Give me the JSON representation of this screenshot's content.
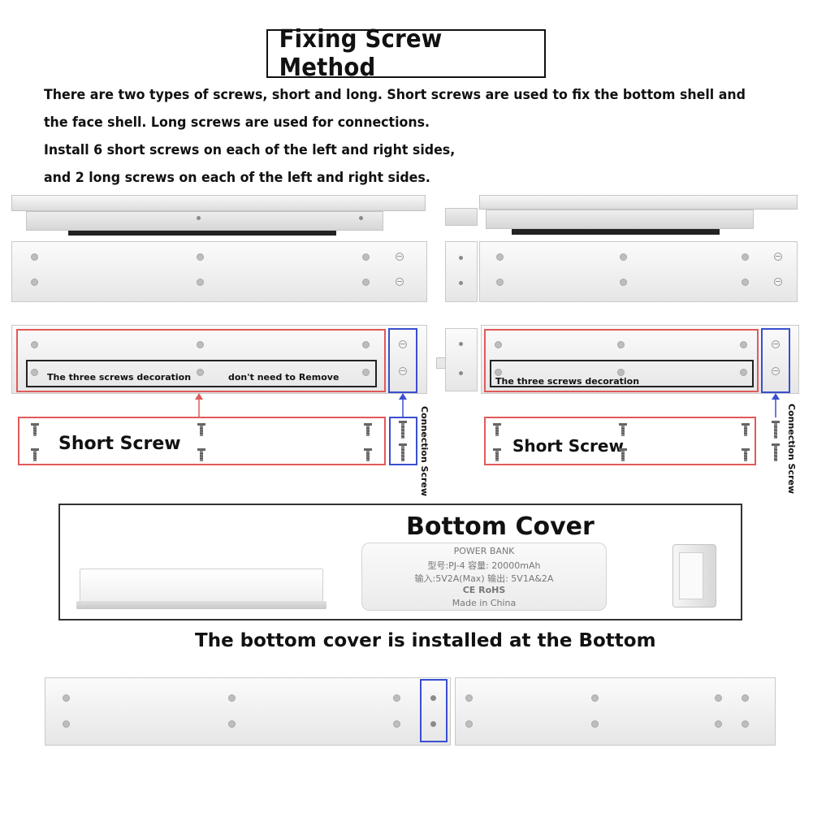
{
  "title": "Fixing Screw Method",
  "intro_lines": [
    "There are two types of screws, short and long. Short screws are used to fix the bottom shell and",
    "the face shell. Long screws are used for connections.",
    "Install 6 short screws on each of the left and right sides,",
    "and 2 long screws on each of the left and right sides."
  ],
  "left": {
    "decoration_label": "The three screws decoration",
    "remove_label": "don't need to Remove",
    "short_screw_label": "Short Screw",
    "connection_label": "Connection Screw"
  },
  "right": {
    "decoration_label": "The three screws decoration",
    "short_screw_label": "Short Screw",
    "connection_label": "Connection Screw"
  },
  "bottom_cover": {
    "title": "Bottom Cover",
    "power_bank": {
      "line1": "POWER BANK",
      "line2": "型号:PJ-4  容量: 20000mAh",
      "line3": "输入:5V2A(Max) 输出: 5V1A&2A",
      "line4": "CE RoHS",
      "line5": "Made in China"
    }
  },
  "caption": "The bottom cover is installed at the Bottom",
  "colors": {
    "red": "#e05a5a",
    "blue": "#3a4fd0",
    "black": "#222222"
  }
}
